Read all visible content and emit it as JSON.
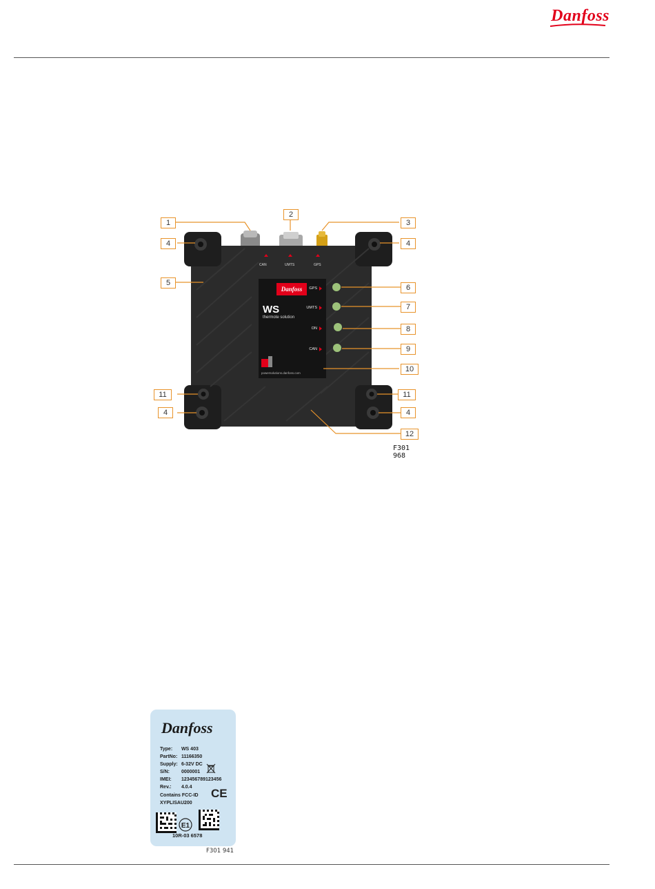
{
  "header": {
    "brand": "Danfoss"
  },
  "device_figure": {
    "figure_id": "F301 968",
    "callouts": [
      "1",
      "2",
      "3",
      "4",
      "4",
      "5",
      "6",
      "7",
      "8",
      "9",
      "10",
      "11",
      "11",
      "4",
      "4",
      "12"
    ],
    "connector_labels": [
      "CAN",
      "UMTS",
      "GPS"
    ],
    "screen": {
      "logo": "Danfoss",
      "title": "WS",
      "subtitle": "thermote solution",
      "url": "powersolutions.danfoss.com",
      "led_labels": [
        "GPS",
        "UMTS",
        "ON",
        "CAN"
      ]
    },
    "colors": {
      "body": "#2b2b2b",
      "callout_border": "#e8932a",
      "led": "#9dc27a",
      "gps_connector": "#d4a017"
    }
  },
  "product_label": {
    "brand": "Danfoss",
    "rows": [
      {
        "key": "Type:",
        "value": "WS 403"
      },
      {
        "key": "PartNo:",
        "value": "11166350"
      },
      {
        "key": "Supply:",
        "value": "6-32V DC"
      },
      {
        "key": "S/N:",
        "value": "0000001"
      },
      {
        "key": "IMEI:",
        "value": "123456789123456"
      },
      {
        "key": "Rev.:",
        "value": "4.0.4"
      }
    ],
    "fcc_line1": "Contains FCC-ID",
    "fcc_line2": "XYPLISAU200",
    "ce": "CE",
    "e1": "E1",
    "code": "10R-03 6578",
    "figure_id": "F301 941",
    "colors": {
      "background": "#cfe4f2"
    }
  }
}
